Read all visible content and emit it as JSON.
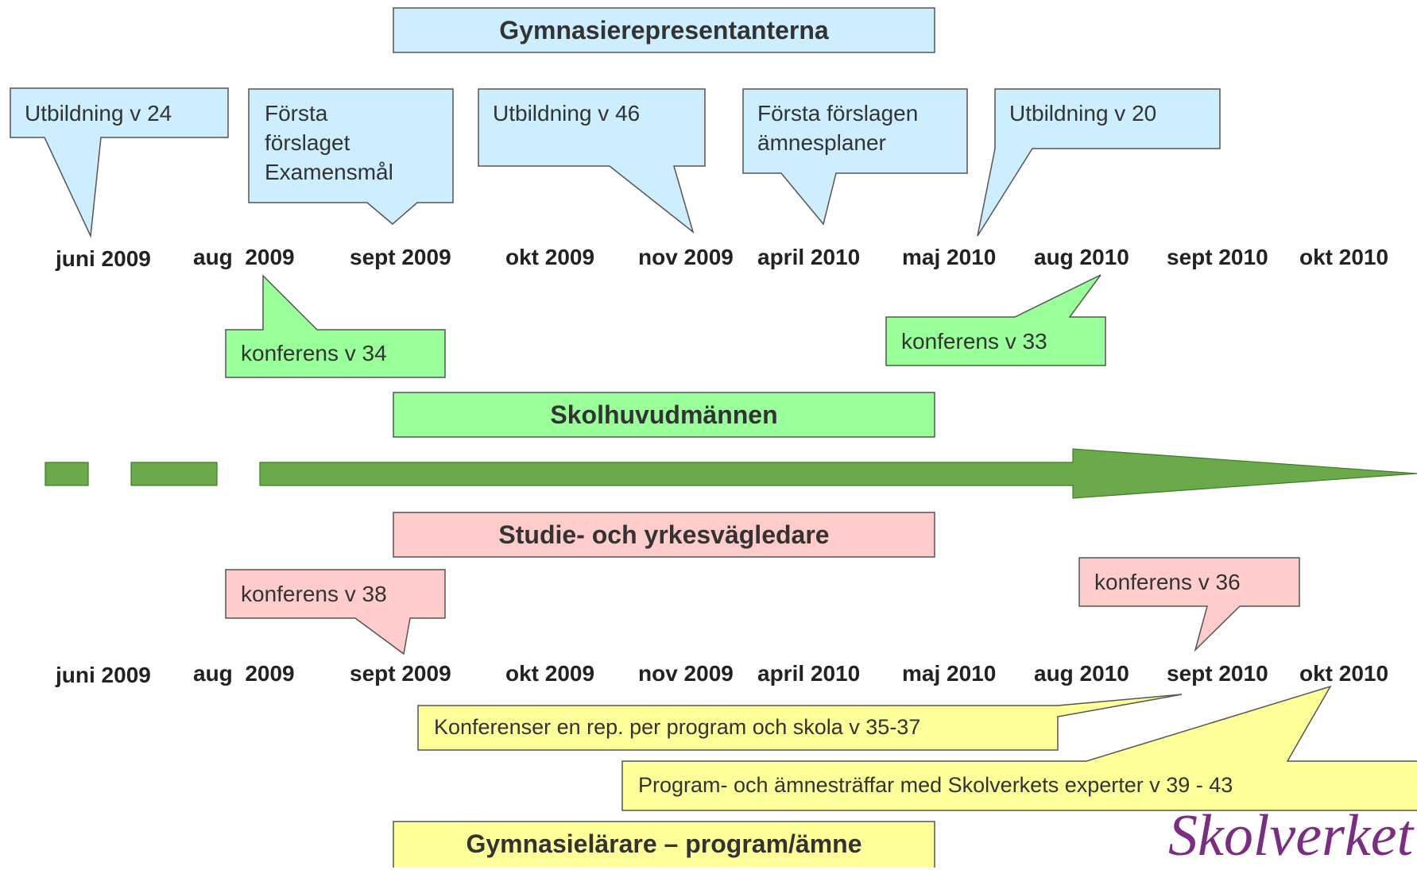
{
  "groups": {
    "gymnasierepresentanterna": "Gymnasierepresentanterna",
    "skolhuvudmannen": "Skolhuvudmännen",
    "syv": "Studie- och yrkesvägledare",
    "larare": "Gymnasielärare – program/ämne"
  },
  "months": [
    "juni 2009",
    "aug  2009",
    "sept 2009",
    "okt 2009",
    "nov 2009",
    "april 2010",
    "maj 2010",
    "aug 2010",
    "sept 2010",
    "okt 2010"
  ],
  "callouts": {
    "utb24": "Utbildning v 24",
    "forslag_examen": "Första\nförslaget\nExamensmål",
    "utb46": "Utbildning v 46",
    "forslag_amne": "Första förslagen\nämnesplaner",
    "utb20": "Utbildning v 20",
    "konf34": "konferens v 34",
    "konf33": "konferens v 33",
    "konf38": "konferens v 38",
    "konf36": "konferens v 36",
    "konf_rep": "Konferenser en rep. per program och skola v 35-37",
    "programtraffar": "Program- och ämnesträffar med Skolverkets experter v 39 - 43"
  },
  "logo": "Skolverket",
  "colors": {
    "blue": "#cceeff",
    "green": "#99ff99",
    "pink": "#ffcccc",
    "yellow": "#ffff99",
    "arrow": "#6aaa4a",
    "logo": "#7a2d82"
  }
}
